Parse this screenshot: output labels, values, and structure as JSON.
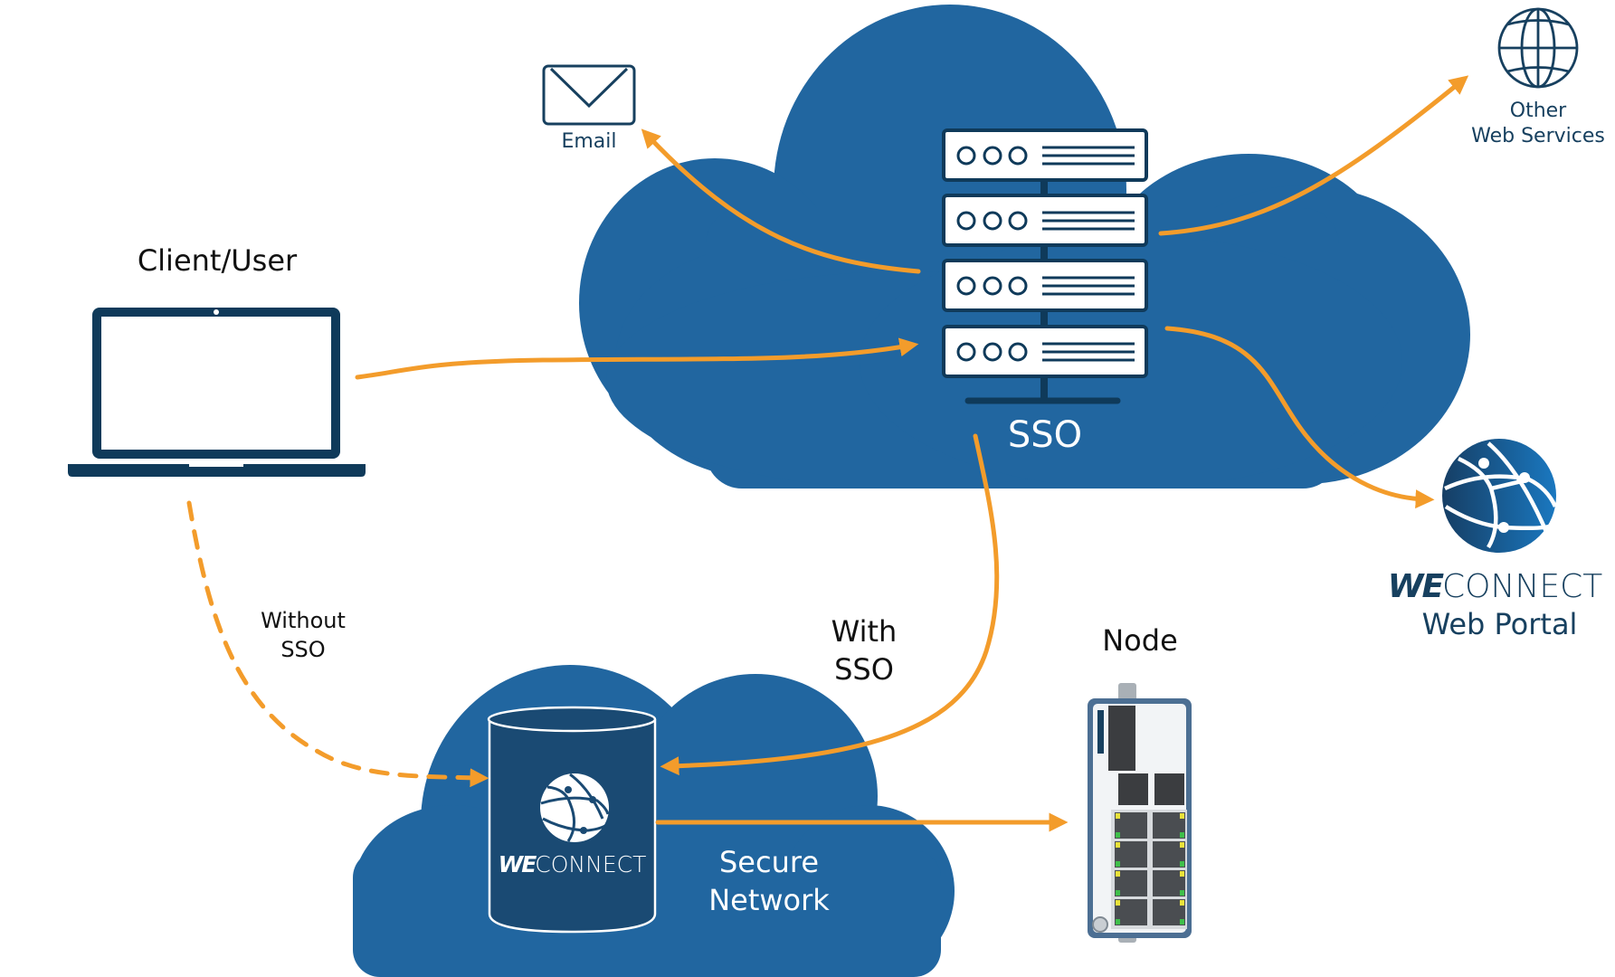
{
  "colors": {
    "cloud": "#2166a0",
    "navy": "#0f3a5a",
    "arrow": "#f39c2b",
    "white": "#ffffff",
    "cylinder": "#1a4a73"
  },
  "nodes": {
    "client": {
      "label": "Client/User",
      "icon": "laptop-icon"
    },
    "email": {
      "label": "Email",
      "icon": "envelope-icon"
    },
    "other_services": {
      "line1": "Other",
      "line2": "Web Services",
      "icon": "globe-icon"
    },
    "sso": {
      "label": "SSO",
      "icon": "server-rack-icon"
    },
    "web_portal": {
      "brand_we": "WE",
      "brand_connect": "CONNECT",
      "label": "Web Portal",
      "icon": "network-globe-icon"
    },
    "secure_network": {
      "line1": "Secure",
      "line2": "Network",
      "brand_we": "WE",
      "brand_connect": "CONNECT",
      "icon": "database-cylinder-icon"
    },
    "node": {
      "label": "Node",
      "icon": "network-switch-icon"
    }
  },
  "edges": {
    "without_sso": {
      "line1": "Without",
      "line2": "SSO",
      "style": "dashed"
    },
    "with_sso": {
      "line1": "With",
      "line2": "SSO",
      "style": "solid"
    }
  }
}
